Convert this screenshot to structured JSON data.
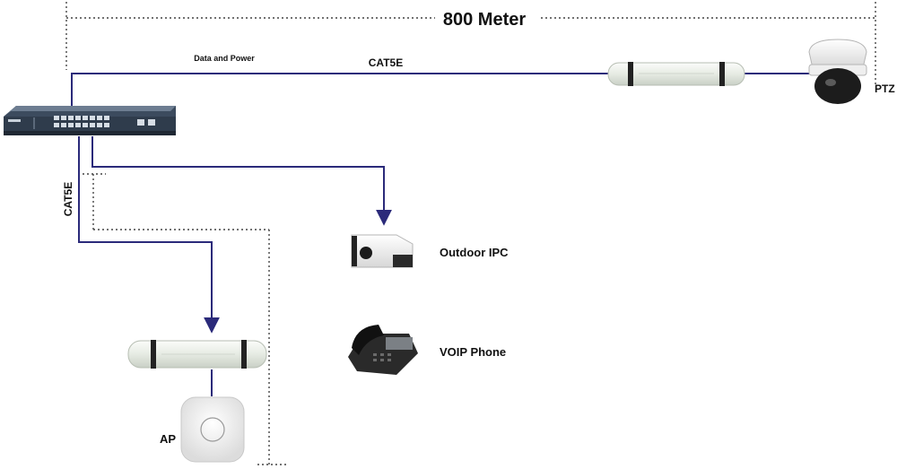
{
  "distance_label": "800 Meter",
  "link_labels": {
    "top_small": "Data and Power",
    "top_cable": "CAT5E",
    "left_cable": "CAT5E"
  },
  "devices": {
    "ptz": "PTZ",
    "outdoor_ipc": "Outdoor  IPC",
    "voip_phone": "VOIP  Phone",
    "ap": "AP"
  },
  "colors": {
    "cable": "#2b2a7a",
    "dotted": "#444444",
    "extender_body": "#e9ede6"
  }
}
